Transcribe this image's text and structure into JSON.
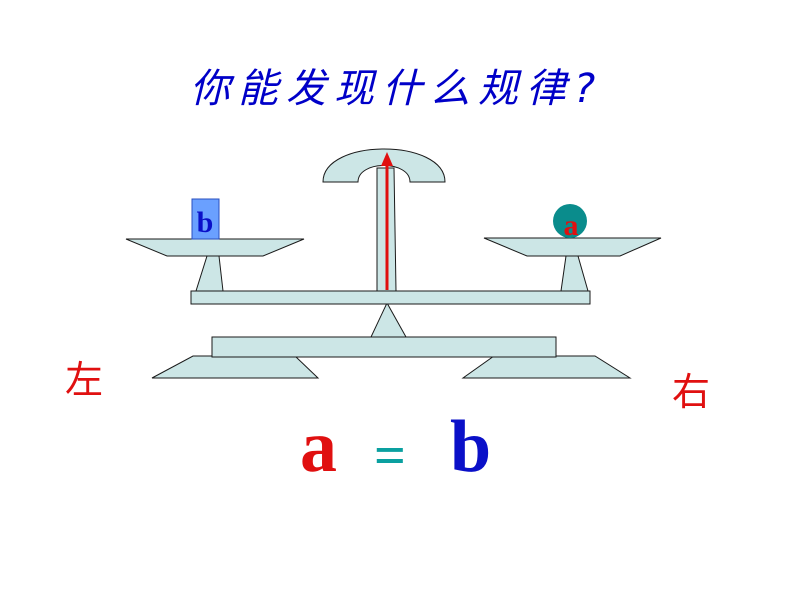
{
  "title": "你能发现什么规律?",
  "weights": {
    "left_label": "b",
    "right_label": "a"
  },
  "side_labels": {
    "left": "左",
    "right": "右"
  },
  "equation": {
    "left": "a",
    "operator": "=",
    "right": "b"
  },
  "colors": {
    "scale_fill": "#cce6e6",
    "scale_stroke": "#1a1a1a",
    "title": "#0000c8",
    "red": "#e01010",
    "blue": "#0a10c8",
    "teal": "#0aa0a0",
    "ball": "#0a8c8c",
    "block": "#6aa0ff"
  }
}
